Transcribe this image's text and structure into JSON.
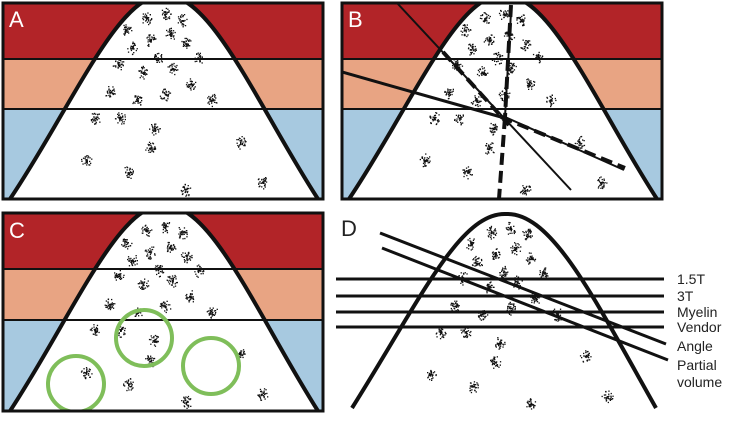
{
  "panels": [
    {
      "label": "A"
    },
    {
      "label": "B"
    },
    {
      "label": "C"
    },
    {
      "label": "D"
    }
  ],
  "legend": [
    {
      "text": "1.5T"
    },
    {
      "text": "3T"
    },
    {
      "text": "Myelin"
    },
    {
      "text": "Vendor"
    },
    {
      "text": "Angle"
    },
    {
      "text": "Partial"
    },
    {
      "text": "volume"
    }
  ],
  "colors": {
    "red_band": "#b22428",
    "salmon_band": "#e8a483",
    "blue_band": "#a7c9e0",
    "circle": "#7fbe5a",
    "line": "#111111"
  }
}
